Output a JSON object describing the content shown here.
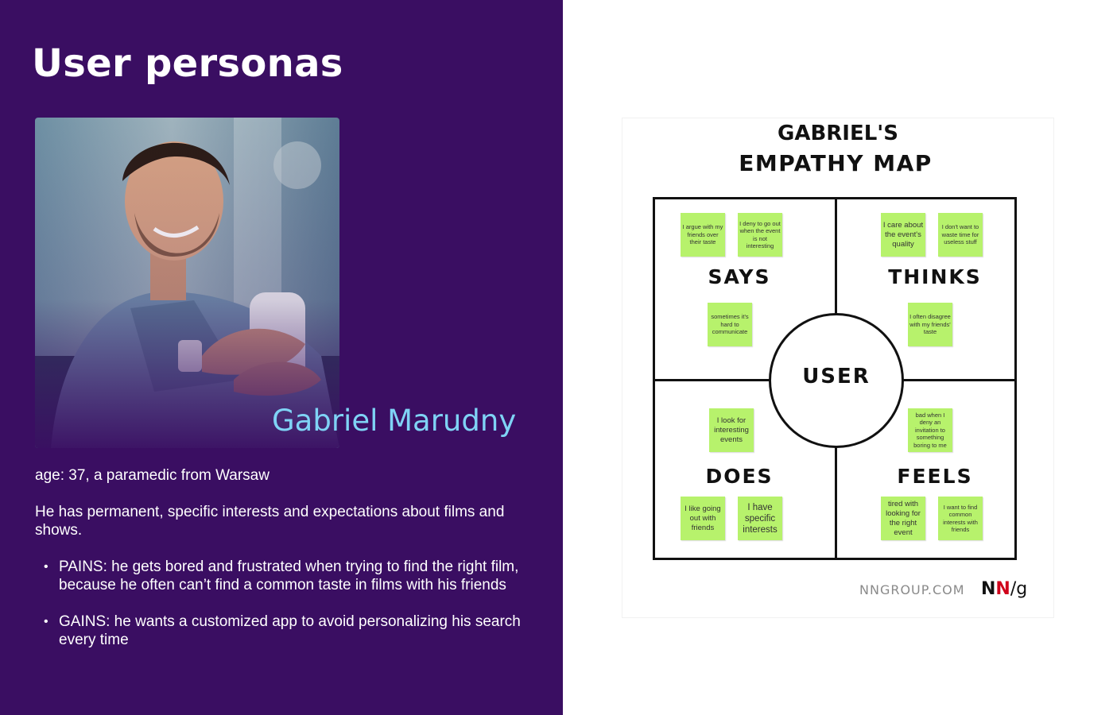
{
  "slide": {
    "title": "User personas",
    "left_bg": "#3a0e62",
    "accent": "#7fd3f5"
  },
  "persona": {
    "photo_icon": "person-photo",
    "name": "Gabriel Marudny",
    "age_line": "age:  37, a paramedic from Warsaw",
    "description": "He has permanent, specific interests and expectations about films and shows.",
    "bullets": [
      "PAINS: he gets bored and frustrated when trying to find the right film, because he often can’t find a common taste in films with his friends",
      "GAINS: he wants a customized app to avoid personalizing his search every time"
    ],
    "bullet_glyph": "•"
  },
  "empathy_map": {
    "title_line1": "GABRIEL'S",
    "title_line2": "EMPATHY MAP",
    "center": "USER",
    "note_color": "#b7f26c",
    "quadrants": {
      "says": "SAYS",
      "thinks": "THINKS",
      "does": "DOES",
      "feels": "FEELS"
    },
    "notes": {
      "says_1": "I argue with my friends over their taste",
      "says_2": "I deny to go out when the event is not interesting",
      "says_3": "sometimes it's hard to communicate",
      "thinks_1": "I care about the event's quality",
      "thinks_2": "I don't want to waste time for useless stuff",
      "thinks_3": "I often disagree with my friends' taste",
      "does_1": "I look for interesting events",
      "does_2": "I like going out with friends",
      "does_3": "I have specific interests",
      "feels_1": "bad when I deny an invitation to something boring to me",
      "feels_2": "tired with looking for the right event",
      "feels_3": "I want to find common interests with friends"
    },
    "footer": {
      "domain": "NNGROUP.COM",
      "logo_n1": "N",
      "logo_n2": "N",
      "logo_slash": "/",
      "logo_g": "g"
    }
  }
}
